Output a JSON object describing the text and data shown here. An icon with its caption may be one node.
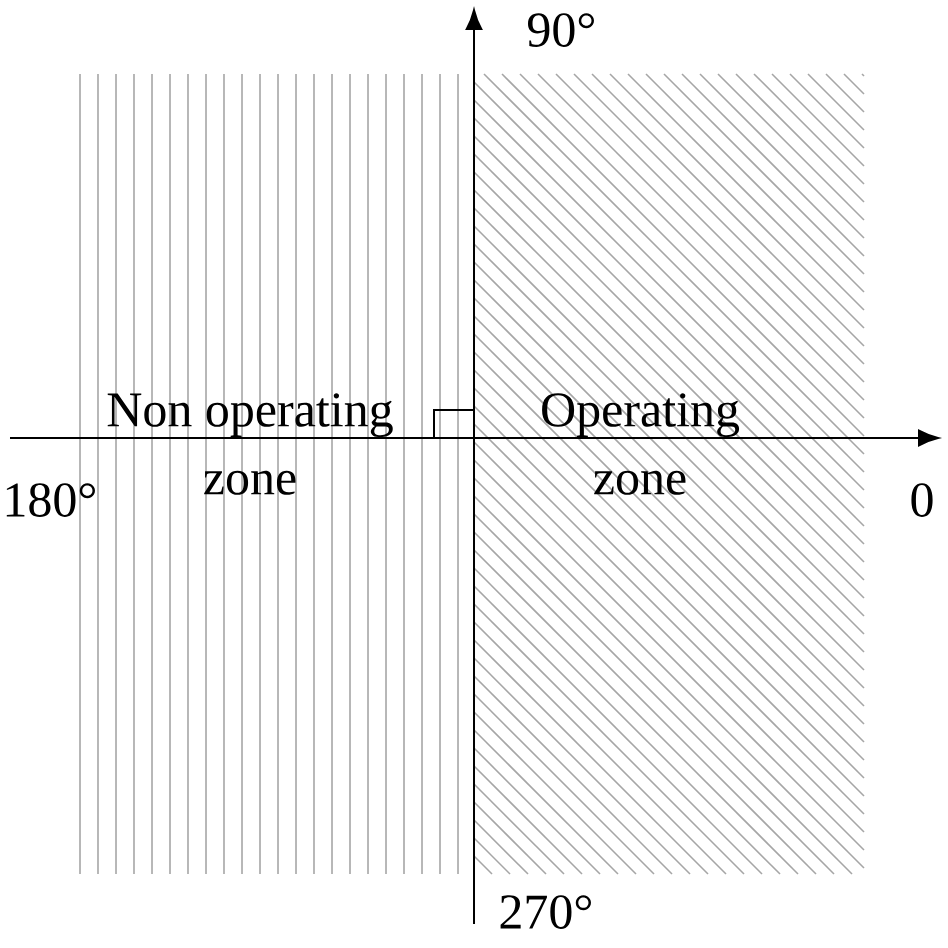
{
  "diagram": {
    "nodes": [
      {
        "text": [
          "Non operating zone"
        ]
      },
      {
        "text": [
          "Operating zone"
        ]
      }
    ],
    "labels": [
      "90°",
      "180°",
      "0",
      "270°"
    ]
  }
}
